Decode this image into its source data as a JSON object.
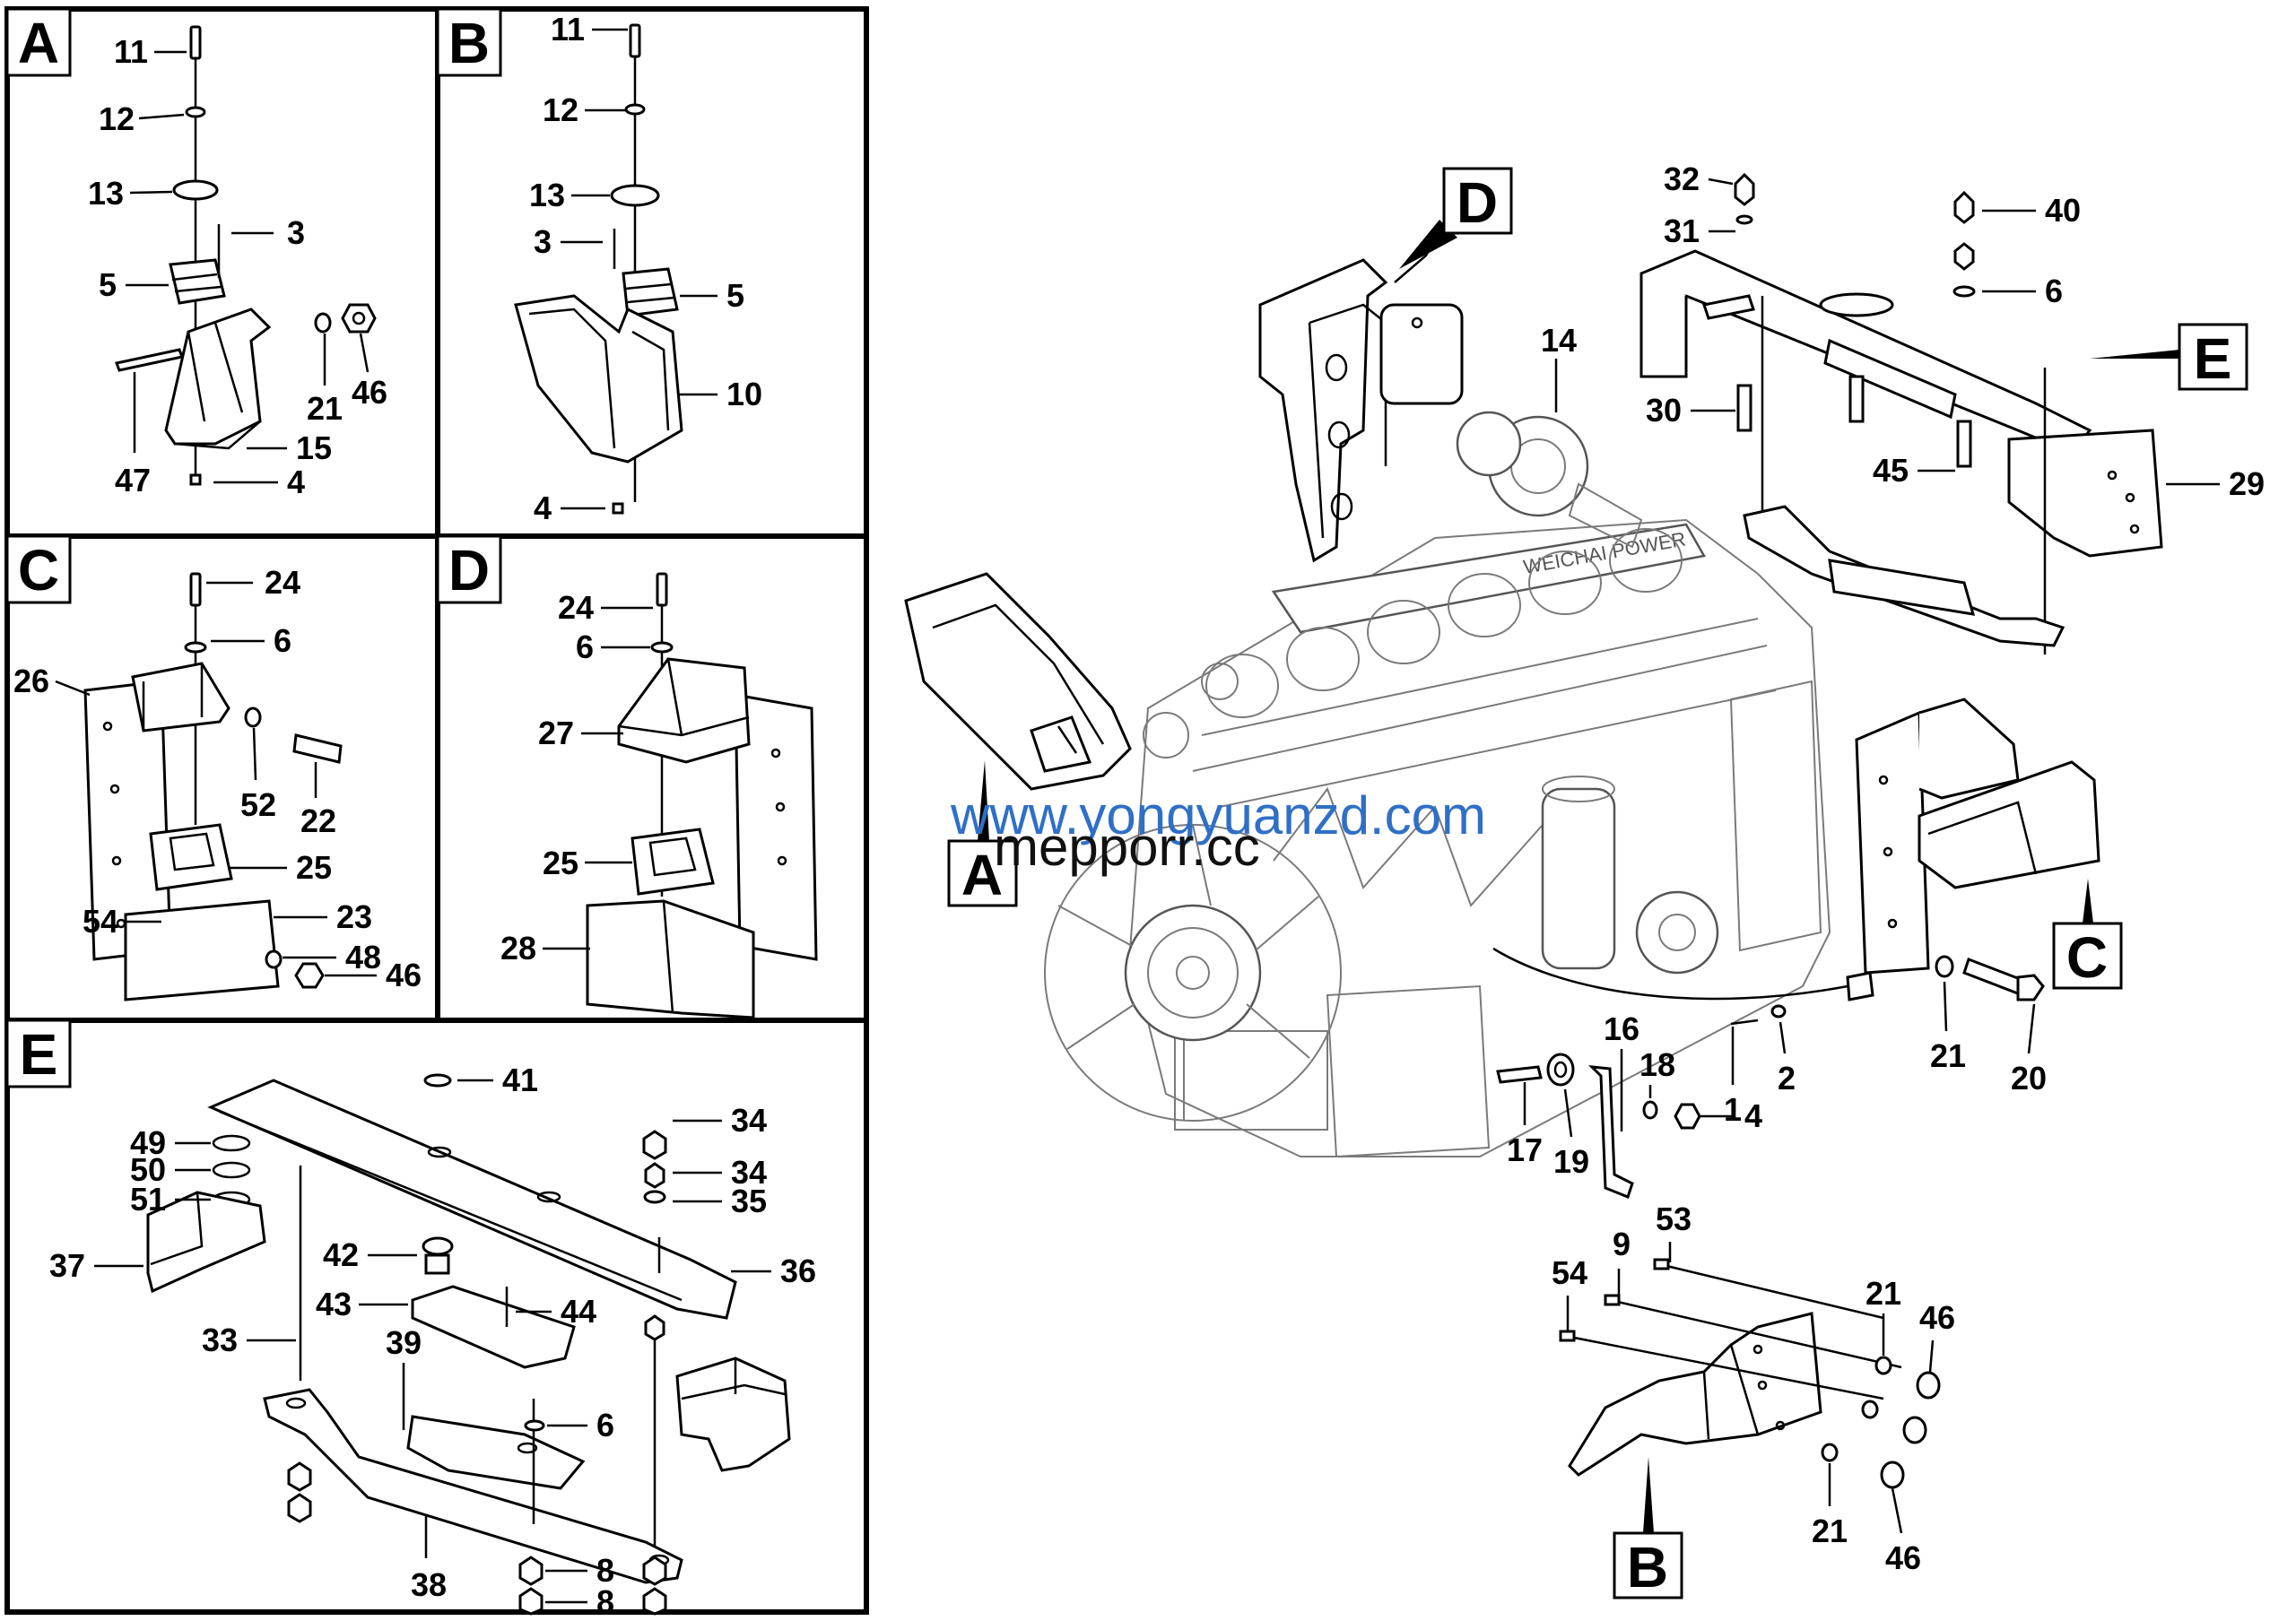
{
  "panels": [
    {
      "id": "A",
      "label": "A"
    },
    {
      "id": "B",
      "label": "B"
    },
    {
      "id": "C",
      "label": "C"
    },
    {
      "id": "D",
      "label": "D"
    },
    {
      "id": "E",
      "label": "E"
    }
  ],
  "callouts": {
    "A": "A",
    "B": "B",
    "C": "C",
    "D": "D",
    "E": "E"
  },
  "labels": {
    "panelA": [
      "11",
      "12",
      "13",
      "3",
      "5",
      "21",
      "46",
      "47",
      "15",
      "4"
    ],
    "panelB": [
      "11",
      "12",
      "13",
      "3",
      "5",
      "10",
      "4"
    ],
    "panelC": [
      "24",
      "6",
      "26",
      "52",
      "22",
      "25",
      "54",
      "23",
      "48",
      "46"
    ],
    "panelD": [
      "24",
      "6",
      "27",
      "25",
      "28"
    ],
    "panelE": [
      "41",
      "34",
      "34",
      "35",
      "49",
      "50",
      "51",
      "37",
      "42",
      "43",
      "44",
      "36",
      "33",
      "39",
      "6",
      "38",
      "8",
      "8"
    ],
    "main": [
      "14",
      "32",
      "40",
      "31",
      "6",
      "30",
      "45",
      "29",
      "16",
      "18",
      "1",
      "2",
      "17",
      "19",
      "4",
      "21",
      "20",
      "53",
      "9",
      "54",
      "21",
      "46",
      "21",
      "46"
    ]
  },
  "engine_text": "WEICHAI POWER",
  "watermarks": [
    "www.yongyuanzd.com",
    "mepporr.cc"
  ]
}
